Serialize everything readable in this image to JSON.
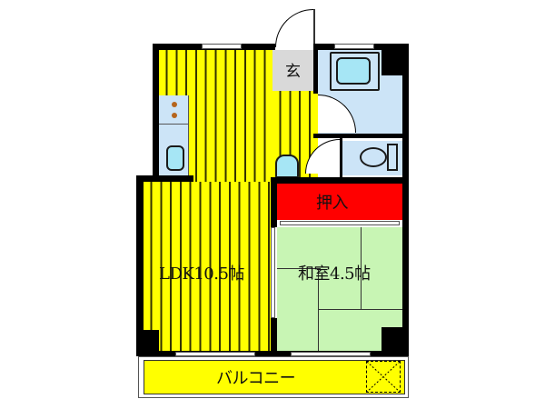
{
  "floorplan": {
    "rooms": {
      "ldk": {
        "label": "LDK10.5帖",
        "floor": "wood-stripe",
        "color": "#ffff00"
      },
      "washitsu": {
        "label": "和室4.5帖",
        "floor": "tatami",
        "color": "#c8f5b4"
      },
      "closet": {
        "label": "押入",
        "color": "#ff0000"
      },
      "entrance": {
        "label": "玄",
        "color": "#d9d9d9"
      },
      "balcony": {
        "label": "バルコニー",
        "color": "#ffff00"
      },
      "bathroom": {
        "color": "#cce4f7"
      },
      "toilet": {
        "color": "#cce4f7"
      }
    },
    "colors": {
      "wall": "#000000",
      "fixture": "#a6e6f5",
      "stove_burner": "#b5651d"
    }
  }
}
